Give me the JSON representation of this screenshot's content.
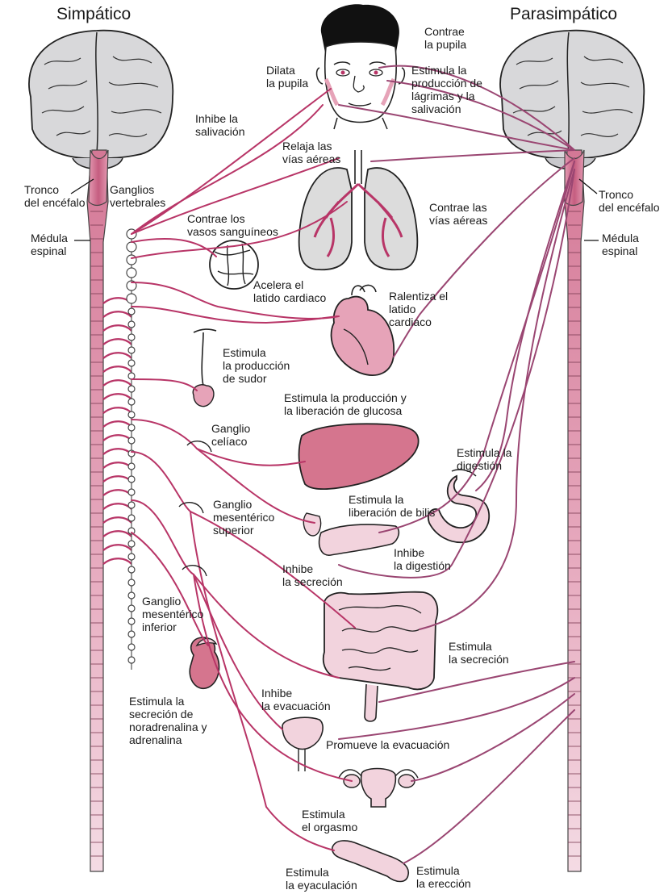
{
  "titles": {
    "left": "Simpático",
    "right": "Parasimpático"
  },
  "labels": {
    "tronco_left": [
      "Tronco",
      "del encéfalo"
    ],
    "medula_left": [
      "Médula",
      "espinal"
    ],
    "ganglios": [
      "Ganglios",
      "vertebrales"
    ],
    "tronco_right": [
      "Tronco",
      "del encéfalo"
    ],
    "medula_right": [
      "Médula",
      "espinal"
    ],
    "contrae_pupila": [
      "Contrae",
      "la pupila"
    ],
    "dilata_pupila": [
      "Dilata",
      "la pupila"
    ],
    "estimula_lagrimas": [
      "Estimula la",
      "producción de",
      "lágrimas y la",
      "salivación"
    ],
    "inhibe_salivacion": [
      "Inhibe la",
      "salivación"
    ],
    "relaja_vias": [
      "Relaja las",
      "vías aéreas"
    ],
    "contrae_vias": [
      "Contrae las",
      "vías aéreas"
    ],
    "contrae_vasos": [
      "Contrae los",
      "vasos sanguíneos"
    ],
    "acelera_latido": [
      "Acelera el",
      "latido cardiaco"
    ],
    "ralentiza_latido": [
      "Ralentiza el",
      "latido",
      "cardiaco"
    ],
    "estimula_sudor": [
      "Estimula",
      "la producción",
      "de sudor"
    ],
    "glucosa": [
      "Estimula la producción y",
      "la liberación de glucosa"
    ],
    "ganglio_celiaco": [
      "Ganglio",
      "celíaco"
    ],
    "estimula_digestion": [
      "Estimula la",
      "digestión"
    ],
    "liberacion_bilis": [
      "Estimula la",
      "liberación de bilis"
    ],
    "ganglio_mes_sup": [
      "Ganglio",
      "mesentérico",
      "superior"
    ],
    "inhibe_digestion": [
      "Inhibe",
      "la digestión"
    ],
    "inhibe_secrecion": [
      "Inhibe",
      "la secreción"
    ],
    "ganglio_mes_inf": [
      "Ganglio",
      "mesentérico",
      "inferior"
    ],
    "estimula_secrecion": [
      "Estimula",
      "la secreción"
    ],
    "noradrenalina": [
      "Estimula la",
      "secreción de",
      "noradrenalina y",
      "adrenalina"
    ],
    "inhibe_evacuacion": [
      "Inhibe",
      "la evacuación"
    ],
    "promueve_evacuacion": [
      "Promueve la evacuación"
    ],
    "estimula_orgasmo": [
      "Estimula",
      "el orgasmo"
    ],
    "estimula_eyaculacion": [
      "Estimula",
      "la eyaculación"
    ],
    "estimula_ereccion": [
      "Estimula",
      "la erección"
    ]
  },
  "colors": {
    "sympathetic_nerve": "#b83567",
    "parasympathetic_nerve": "#9a4672",
    "brain": "#d8d8da",
    "organ_pink": "#e6a3b8",
    "organ_light": "#f2d3dd",
    "spine_pink": "#e3a9bc"
  }
}
